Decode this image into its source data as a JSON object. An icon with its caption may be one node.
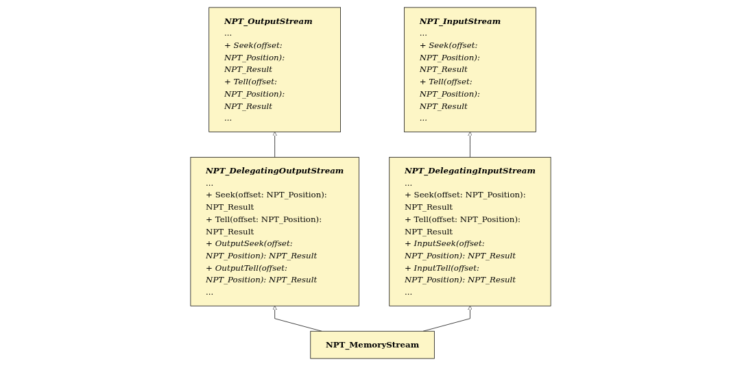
{
  "diagram": {
    "nodes": [
      {
        "text": [
          "NPT_OutputStream",
          "...",
          "+ Seek(offset: NPT_Position): NPT_Result",
          "+ Tell(offset: NPT_Position): NPT_Result",
          "..."
        ]
      },
      {
        "text": [
          "NPT_InputStream",
          "...",
          "+ Seek(offset: NPT_Position): NPT_Result",
          "+ Tell(offset: NPT_Position): NPT_Result",
          "..."
        ]
      },
      {
        "text": [
          "NPT_DelegatingOutputStream",
          "...",
          "+ Seek(offset: NPT_Position): NPT_Result",
          "+ Tell(offset: NPT_Position): NPT_Result",
          "+ OutputSeek(offset: NPT_Position): NPT_Result",
          "+ OutputTell(offset: NPT_Position): NPT_Result",
          "..."
        ]
      },
      {
        "text": [
          "NPT_DelegatingInputStream",
          "...",
          "+ Seek(offset: NPT_Position): NPT_Result",
          "+ Tell(offset: NPT_Position): NPT_Result",
          "+ InputSeek(offset: NPT_Position): NPT_Result",
          "+ InputTell(offset: NPT_Position): NPT_Result",
          "..."
        ]
      },
      {
        "text": [
          "NPT_MemoryStream"
        ]
      }
    ],
    "edges": [
      {
        "from": 2,
        "to": 0,
        "arrow": "to"
      },
      {
        "from": 3,
        "to": 1,
        "arrow": "to"
      },
      {
        "from": 4,
        "to": 2,
        "arrow": "to"
      },
      {
        "from": 4,
        "to": 3,
        "arrow": "to"
      }
    ]
  }
}
